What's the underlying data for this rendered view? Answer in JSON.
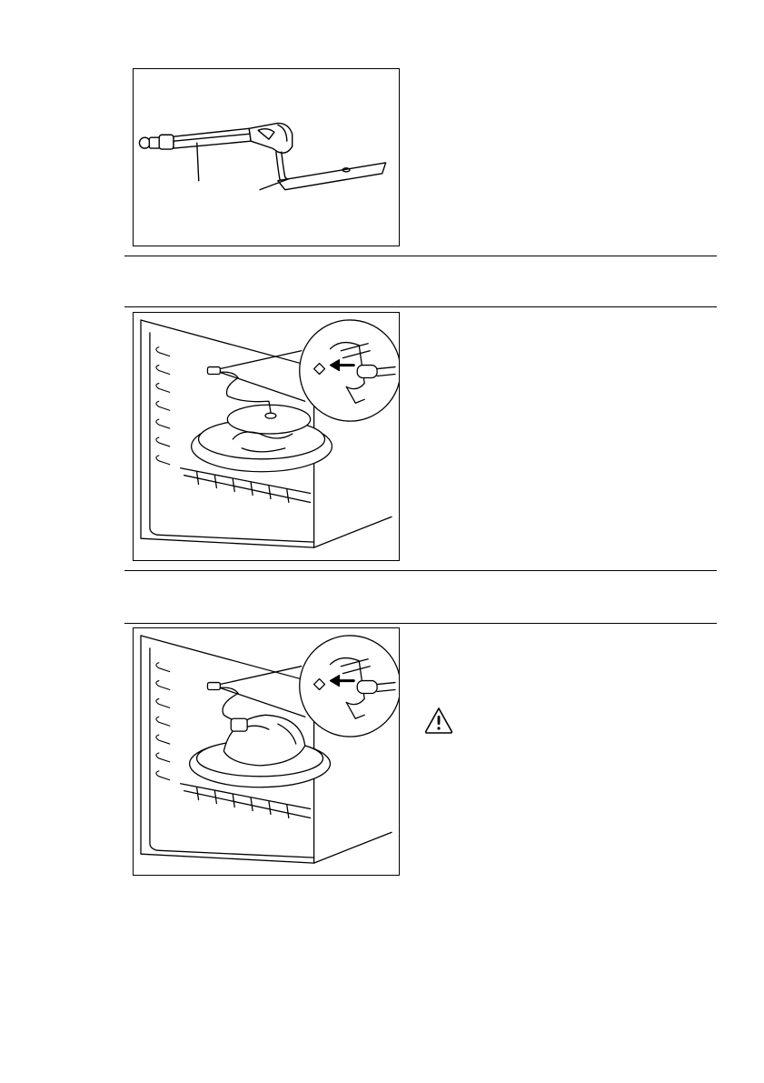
{
  "figures": [
    {
      "id": "probe-parts",
      "icon": "meat-probe-illustration"
    },
    {
      "id": "probe-inserted-lid",
      "icon": "oven-probe-socket-illustration"
    },
    {
      "id": "probe-inserted-open",
      "icon": "oven-probe-socket-illustration"
    }
  ],
  "warning": {
    "icon": "warning-triangle-icon"
  }
}
